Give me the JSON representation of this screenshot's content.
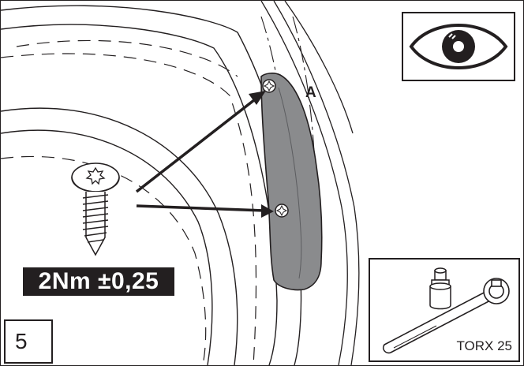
{
  "step": {
    "number": "5"
  },
  "torque": {
    "value": "2Nm ±0,25"
  },
  "part": {
    "label": "A"
  },
  "tool": {
    "label": "TORX 25"
  },
  "icons": {
    "inspect": "eye-icon",
    "screw": "torx-screw-icon",
    "tool": "ratchet-wrench-icon"
  },
  "colors": {
    "ink": "#231f20",
    "mudflap": "#8a8b8d",
    "paper": "#ffffff"
  }
}
